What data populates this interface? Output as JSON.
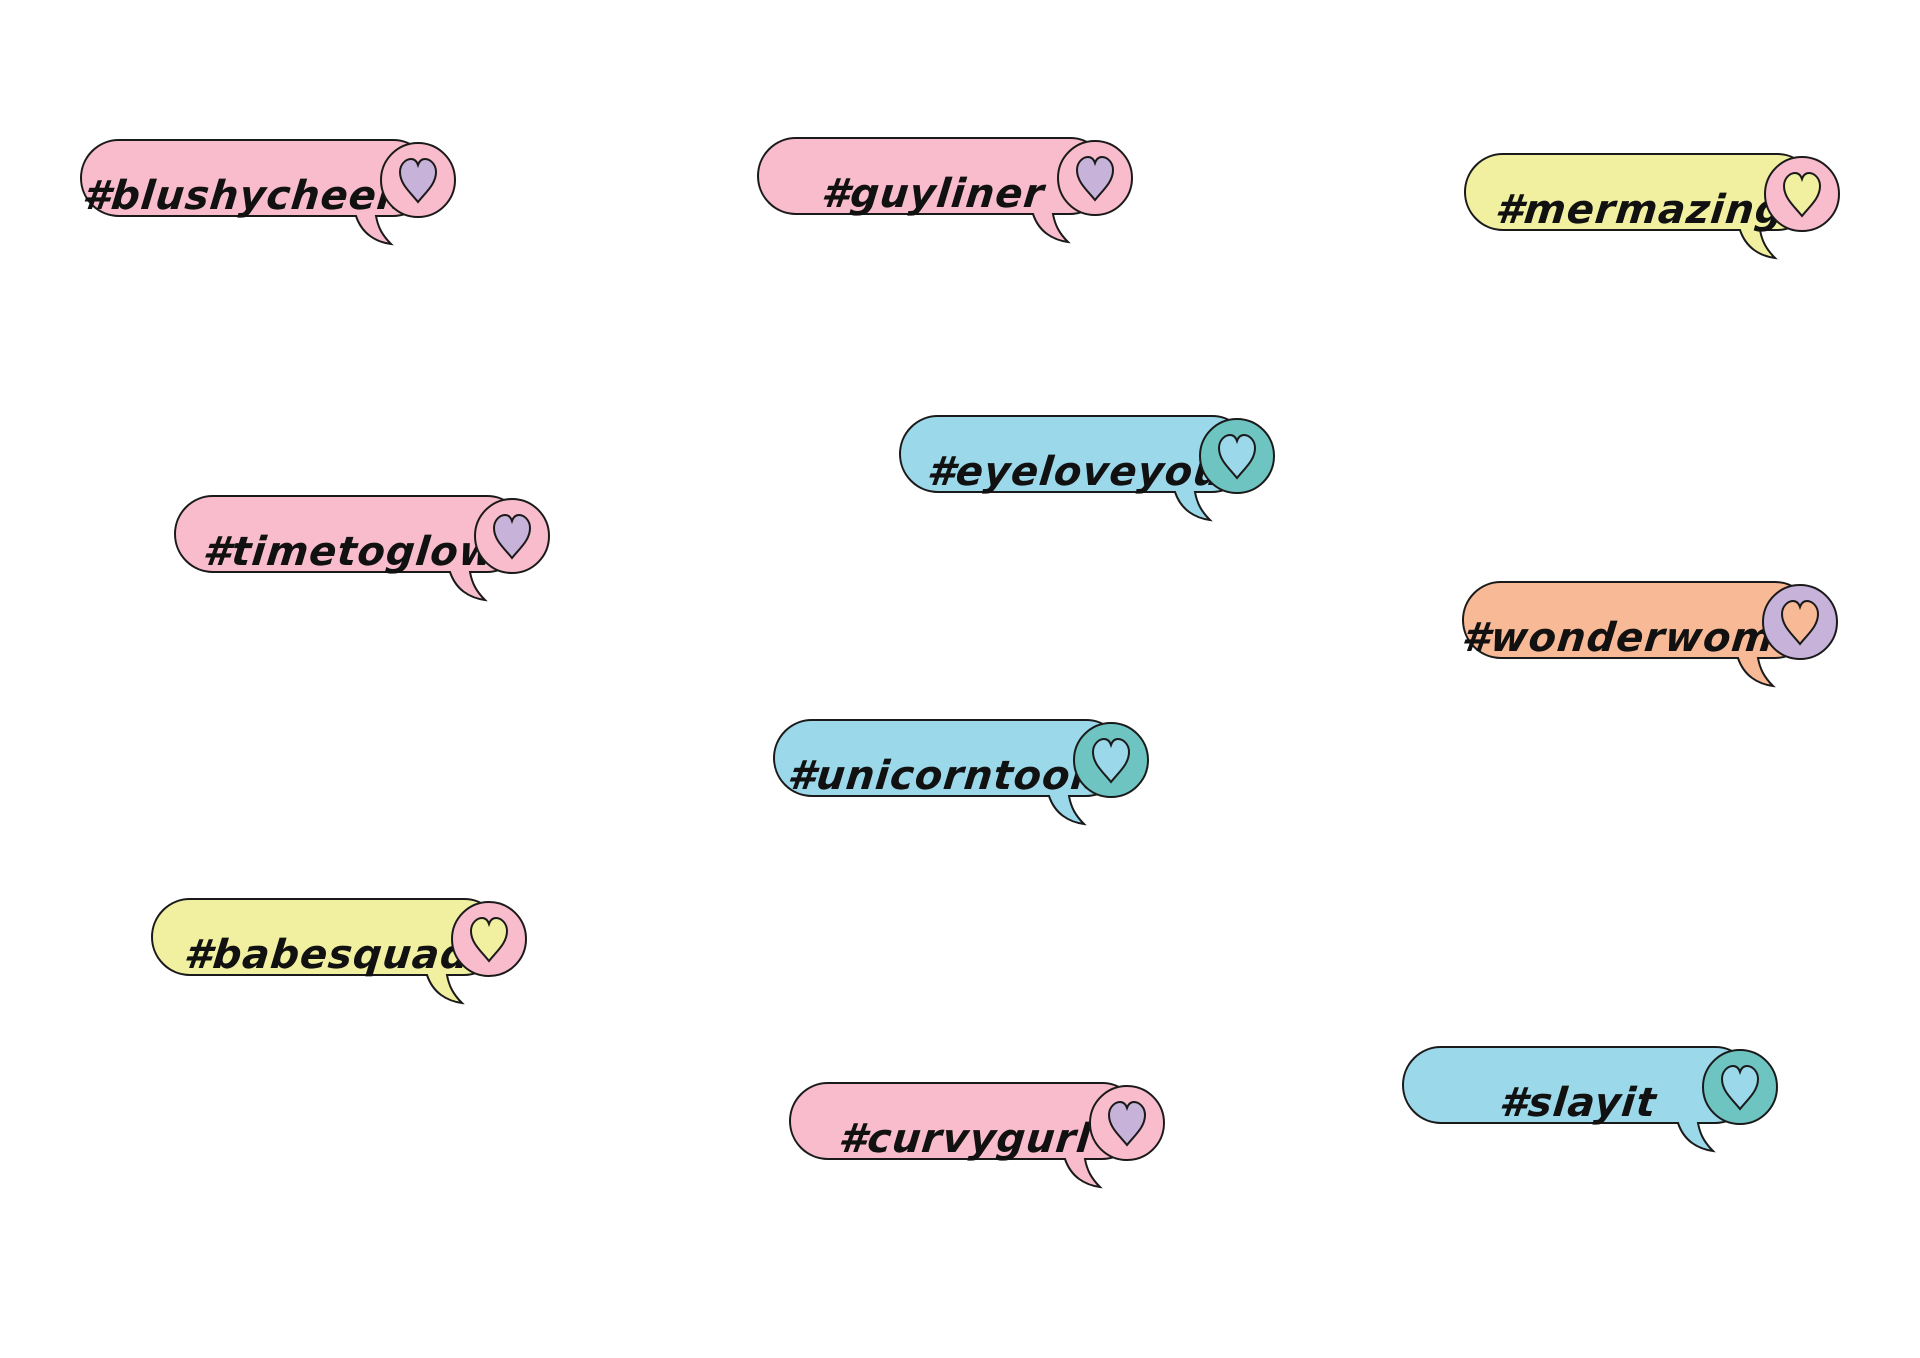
{
  "colors": {
    "pink": "#f8bccd",
    "yellow": "#f1f0a0",
    "blue": "#9bd8ea",
    "peach": "#f8b996",
    "lavender": "#c7b3da",
    "teal": "#6dc4c0",
    "outline": "#1a1a1a"
  },
  "tags": [
    {
      "label": "#blushycheeks",
      "bubble": "pink",
      "badge": "pink",
      "heart": "lavender"
    },
    {
      "label": "#guyliner",
      "bubble": "pink",
      "badge": "pink",
      "heart": "lavender"
    },
    {
      "label": "#mermazing",
      "bubble": "yellow",
      "badge": "pink",
      "heart": "yellow"
    },
    {
      "label": "#eyeloveyou",
      "bubble": "blue",
      "badge": "teal",
      "heart": "blue"
    },
    {
      "label": "#timetoglow",
      "bubble": "pink",
      "badge": "pink",
      "heart": "lavender"
    },
    {
      "label": "#wonderwoman",
      "bubble": "peach",
      "badge": "lavender",
      "heart": "peach"
    },
    {
      "label": "#unicorntools",
      "bubble": "blue",
      "badge": "teal",
      "heart": "blue"
    },
    {
      "label": "#babesquad",
      "bubble": "yellow",
      "badge": "pink",
      "heart": "yellow"
    },
    {
      "label": "#curvygurl",
      "bubble": "pink",
      "badge": "pink",
      "heart": "lavender"
    },
    {
      "label": "#slayit",
      "bubble": "blue",
      "badge": "teal",
      "heart": "blue"
    }
  ]
}
